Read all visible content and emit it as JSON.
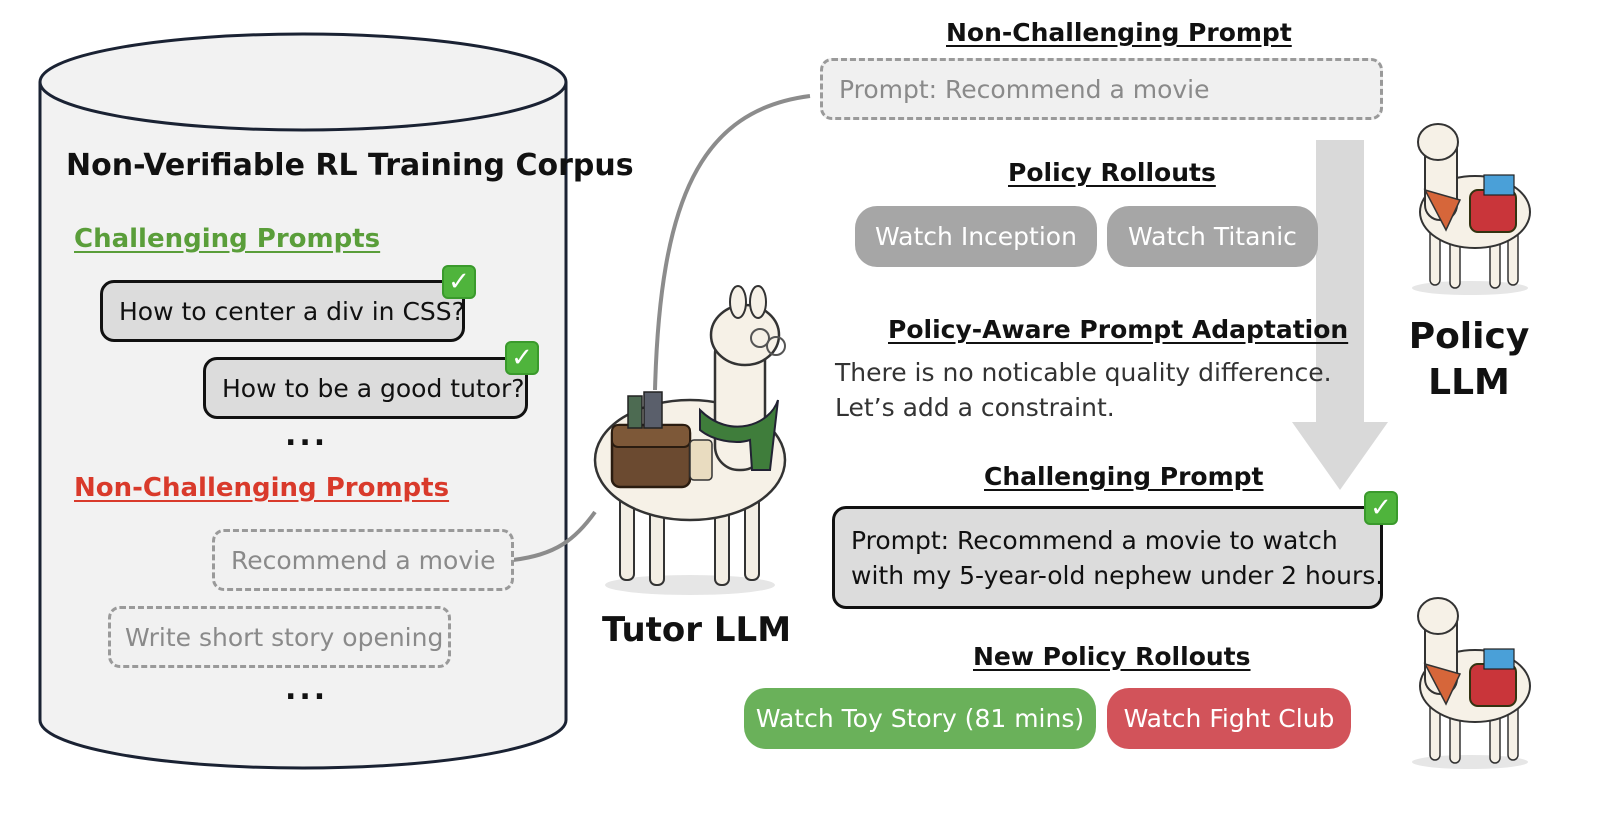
{
  "corpus": {
    "title": "Non-Verifiable RL Training Corpus",
    "challenging_heading": "Challenging Prompts",
    "challenging_items": [
      "How to center a div in CSS?",
      "How to be a good tutor?"
    ],
    "non_challenging_heading": "Non-Challenging Prompts",
    "non_challenging_items": [
      "Recommend a movie",
      "Write short story opening"
    ],
    "ellipsis": "..."
  },
  "tutor": {
    "label": "Tutor LLM"
  },
  "policy": {
    "label_line1": "Policy",
    "label_line2": "LLM"
  },
  "flow": {
    "non_challenging_title": "Non-Challenging Prompt",
    "non_challenging_prompt": "Prompt: Recommend a movie",
    "rollouts_title": "Policy Rollouts",
    "rollouts": [
      "Watch Inception",
      "Watch Titanic"
    ],
    "adaptation_title": "Policy-Aware Prompt Adaptation",
    "adaptation_line1": "There is no noticable quality difference.",
    "adaptation_line2": "Let’s add a constraint.",
    "challenging_title": "Challenging Prompt",
    "challenging_line1": "Prompt: Recommend a movie to watch",
    "challenging_line2": "with my 5-year-old nephew under 2 hours.",
    "new_rollouts_title": "New Policy Rollouts",
    "new_rollouts": [
      "Watch Toy Story (81 mins)",
      "Watch Fight Club"
    ]
  },
  "colors": {
    "challenging_heading": "#5a9e3a",
    "non_challenging_heading": "#d93a2b",
    "rollout_gray": "#a6a6a6",
    "good_green": "#6ab15a",
    "bad_red": "#d2535a",
    "check_green": "#4fb43c",
    "arrow_gray": "#d9d9d9"
  }
}
